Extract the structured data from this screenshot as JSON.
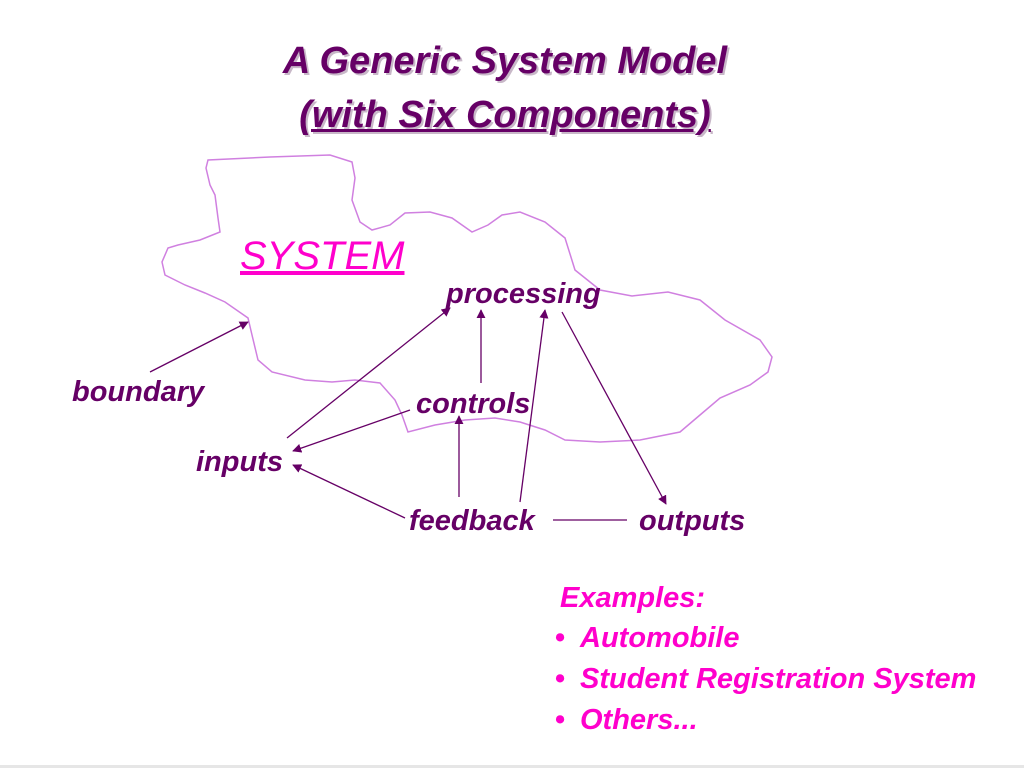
{
  "slide": {
    "title_line1": "A Generic System Model",
    "title_line2": "(with Six Components)"
  },
  "diagram": {
    "system_label": "SYSTEM",
    "nodes": {
      "processing": "processing",
      "boundary": "boundary",
      "controls": "controls",
      "inputs": "inputs",
      "feedback": "feedback",
      "outputs": "outputs"
    },
    "colors": {
      "boundary_outline": "#d080e0",
      "arrow": "#660066",
      "label_text": "#660066",
      "accent": "#ff00cc"
    }
  },
  "examples": {
    "heading": "Examples:",
    "items": [
      "Automobile",
      "Student Registration System",
      "Others..."
    ]
  }
}
